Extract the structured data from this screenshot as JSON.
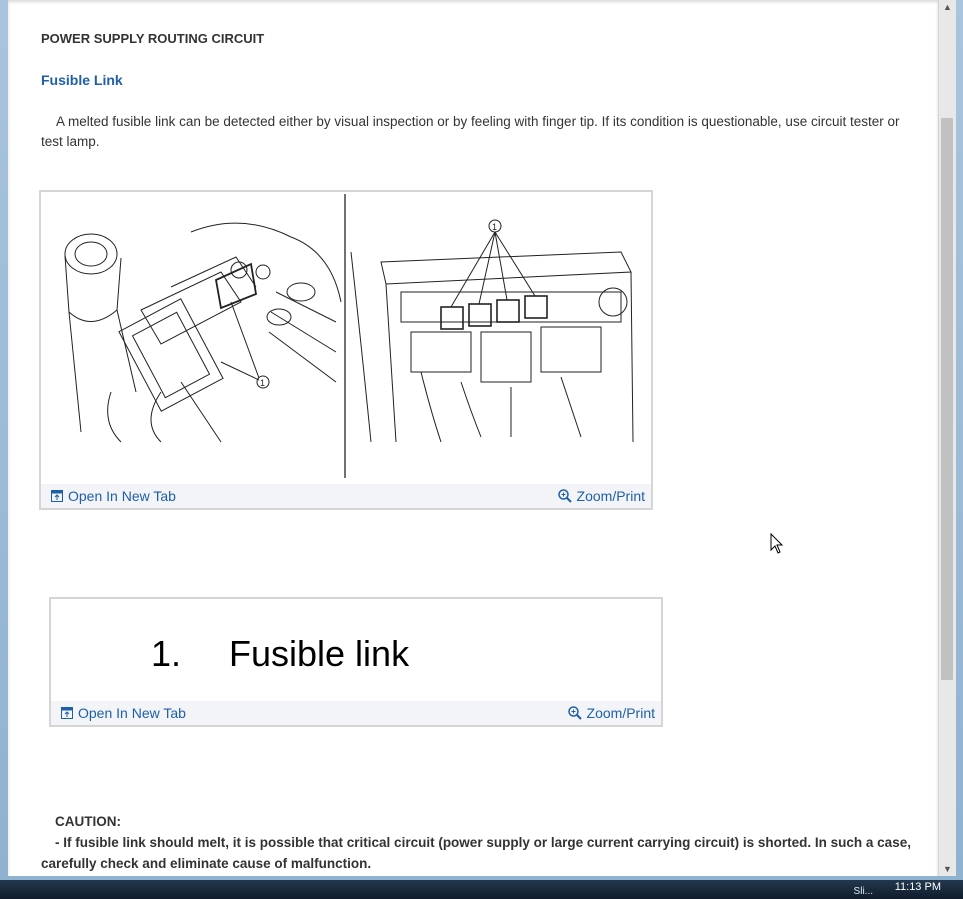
{
  "section_title": "POWER SUPPLY ROUTING CIRCUIT",
  "sub_title": "Fusible Link",
  "paragraph": "A melted fusible link can be detected either by visual inspection or by feeling with finger tip. If its condition is questionable, use circuit tester or test lamp.",
  "figure1": {
    "callout": "1",
    "open_label": "Open In New Tab",
    "zoom_label": "Zoom/Print"
  },
  "figure2": {
    "legend_number": "1.",
    "legend_text": "Fusible link",
    "open_label": "Open In New Tab",
    "zoom_label": "Zoom/Print"
  },
  "caution": {
    "heading": "CAUTION:",
    "text": "- If fusible link should melt, it is possible that critical circuit (power supply or large current carrying circuit) is shorted. In such a case, carefully check and eliminate cause of malfunction."
  },
  "taskbar": {
    "clock": "11:13 PM",
    "tray": "Sli..."
  },
  "colors": {
    "link": "#1f5fa8",
    "text": "#333333",
    "figure_bar": "#f2f4f8"
  }
}
